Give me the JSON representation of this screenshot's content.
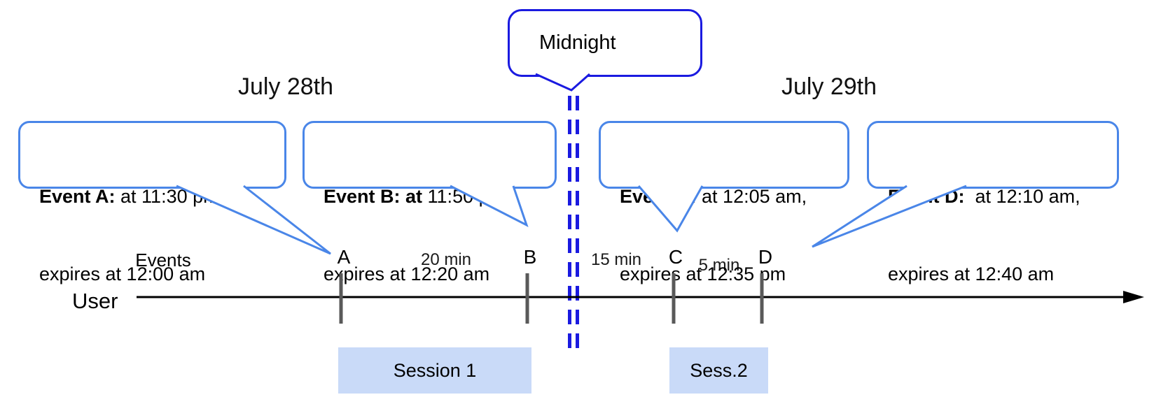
{
  "diagram": {
    "title_dates": {
      "left": "July 28th",
      "right": "July 29th"
    },
    "midnight": {
      "label": "Midnight"
    },
    "axis": {
      "events_label": "Events",
      "user_label": "User"
    },
    "events": [
      {
        "tick": "A",
        "bold": "Event A:",
        "line1_rest": " at 11:30 pm,",
        "line2": "expires at 12:00 am"
      },
      {
        "tick": "B",
        "bold": "Event B: at",
        "line1_rest": " 11:50 pm,",
        "line2": "expires at 12:20 am"
      },
      {
        "tick": "C",
        "bold": "Event C:",
        "line1_rest": " at 12:05 am,",
        "line2": "expires at 12:35 pm"
      },
      {
        "tick": "D",
        "bold": "Event D:",
        "line1_rest": "  at 12:10 am,",
        "line2": "expires at 12:40 am"
      }
    ],
    "intervals": [
      {
        "label": "20 min"
      },
      {
        "label": "15 min"
      },
      {
        "label": "5 min"
      }
    ],
    "sessions": [
      {
        "label": "Session 1"
      },
      {
        "label": "Sess.2"
      }
    ],
    "colors": {
      "event_callout_border": "#4a86e8",
      "midnight_blue": "#1a1ae0",
      "session_fill": "#c9daf8",
      "tick_gray": "#595959",
      "timeline_black": "#000000"
    }
  }
}
